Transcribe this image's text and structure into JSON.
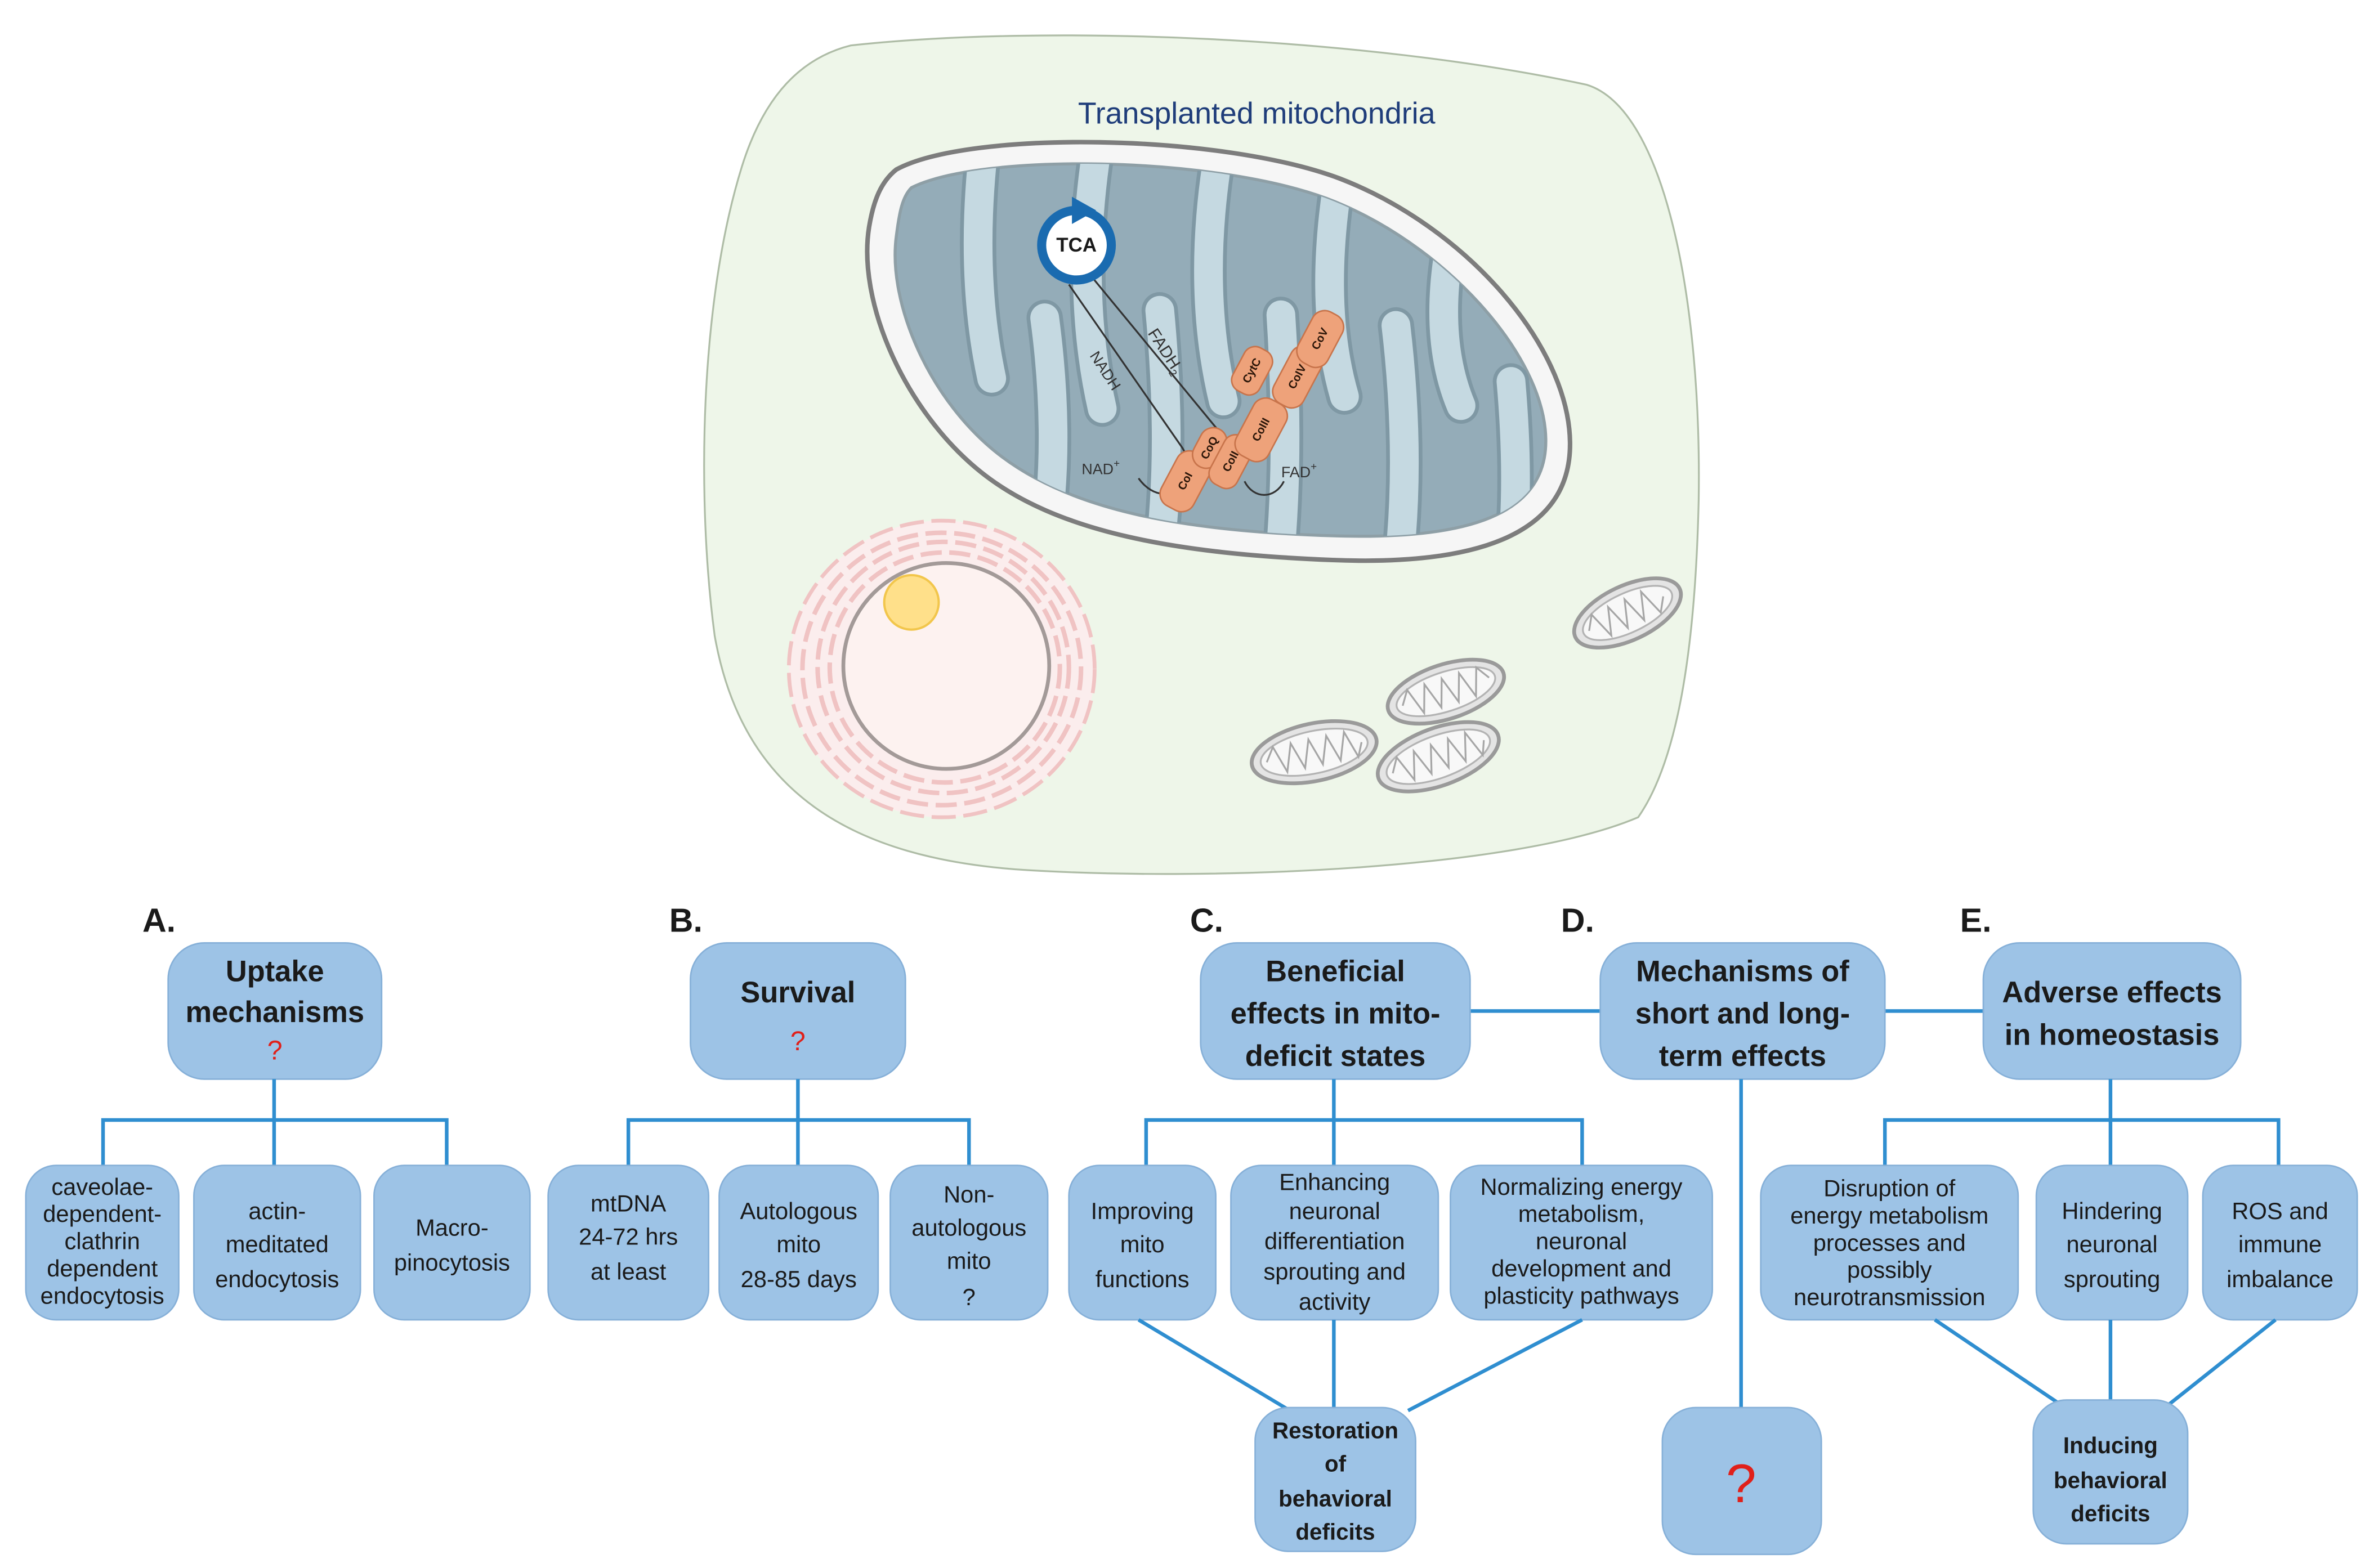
{
  "title": "Transplanted mitochondria",
  "mitochondrion": {
    "tca": "TCA",
    "nadh": "NADH",
    "fadh": "FADH",
    "fadh_sub": "2",
    "nad": "NAD",
    "nad_sup": "+",
    "fad": "FAD",
    "fad_sup": "+",
    "complexes": {
      "co_i": "CoI",
      "co_q": "CoQ",
      "co_ii": "CoII",
      "co_iii": "CoIII",
      "cyt_c": "CytC",
      "co_iv": "CoIV",
      "co_v": "CoV"
    }
  },
  "panels": {
    "a": {
      "letter": "A.",
      "heading": [
        "Uptake",
        "mechanisms"
      ],
      "mark": "?",
      "children": [
        {
          "lines": [
            "caveolae-",
            "dependent-",
            "clathrin",
            "dependent",
            "endocytosis"
          ]
        },
        {
          "lines": [
            "actin-",
            "meditated",
            "endocytosis"
          ]
        },
        {
          "lines": [
            "Macro-",
            "pinocytosis"
          ]
        }
      ]
    },
    "b": {
      "letter": "B.",
      "heading": [
        "Survival"
      ],
      "mark": "?",
      "children": [
        {
          "lines": [
            "mtDNA",
            "24-72 hrs",
            "at least"
          ]
        },
        {
          "lines": [
            "Autologous",
            "mito",
            "28-85 days"
          ]
        },
        {
          "lines": [
            "Non-",
            "autologous",
            "mito",
            "?"
          ]
        }
      ]
    },
    "c": {
      "letter": "C.",
      "heading": [
        "Beneficial",
        "effects in mito-",
        "deficit states"
      ],
      "children": [
        {
          "lines": [
            "Improving",
            "mito",
            "functions"
          ]
        },
        {
          "lines": [
            "Enhancing",
            "neuronal",
            "differentiation",
            "sprouting and",
            "activity"
          ]
        },
        {
          "lines": [
            "Normalizing energy",
            "metabolism,",
            "neuronal",
            "development and",
            "plasticity pathways"
          ]
        }
      ],
      "outcome": [
        "Restoration",
        "of",
        "behavioral",
        "deficits"
      ]
    },
    "d": {
      "letter": "D.",
      "heading": [
        "Mechanisms of",
        "short and long-",
        "term effects"
      ],
      "outcome_mark": "?"
    },
    "e": {
      "letter": "E.",
      "heading": [
        "Adverse effects",
        "in homeostasis"
      ],
      "children": [
        {
          "lines": [
            "Disruption of",
            "energy metabolism",
            "processes and",
            "possibly",
            "neurotransmission"
          ]
        },
        {
          "lines": [
            "Hindering",
            "neuronal",
            "sprouting"
          ]
        },
        {
          "lines": [
            "ROS and",
            "immune",
            "imbalance"
          ]
        }
      ],
      "outcome": [
        "Inducing",
        "behavioral",
        "deficits"
      ]
    }
  },
  "colors": {
    "cell_fill": "#eef6e9",
    "box_fill": "#9dc3e6",
    "connector": "#2f8ed0",
    "question_mark": "#e0201a",
    "title_text": "#1f3d7a",
    "complex_fill": "#eea27a",
    "tca_ring": "#1a6bb0"
  }
}
